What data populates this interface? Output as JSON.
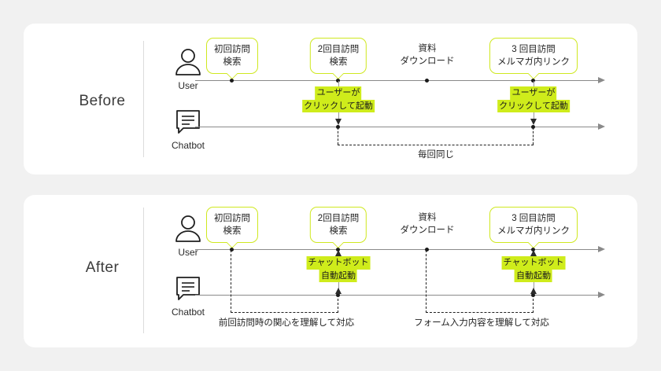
{
  "colors": {
    "page_bg": "#f1f1f1",
    "card_bg": "#ffffff",
    "accent_green": "#cfec1b",
    "callout_border": "#cfe81f",
    "axis": "#8a8a8a",
    "text": "#232323"
  },
  "sections": [
    {
      "id": "before",
      "label": "Before",
      "actors": [
        {
          "icon": "user-icon",
          "name": "User"
        },
        {
          "icon": "chatbot-icon",
          "name": "Chatbot"
        }
      ],
      "touchpoints": [
        {
          "line1": "初回訪問",
          "line2": "検索",
          "boxed": true
        },
        {
          "line1": "2回目訪問",
          "line2": "検索",
          "boxed": true
        },
        {
          "line1": "資料",
          "line2": "ダウンロード",
          "boxed": false
        },
        {
          "line1": "3 回目訪問",
          "line2": "メルマガ内リンク",
          "boxed": true
        }
      ],
      "annotations": [
        {
          "line1": "ユーザーが",
          "line2": "クリックして起動"
        },
        {
          "line1": "ユーザーが",
          "line2": "クリックして起動"
        }
      ],
      "bracket_note": "毎回同じ"
    },
    {
      "id": "after",
      "label": "After",
      "actors": [
        {
          "icon": "user-icon",
          "name": "User"
        },
        {
          "icon": "chatbot-icon",
          "name": "Chatbot"
        }
      ],
      "touchpoints": [
        {
          "line1": "初回訪問",
          "line2": "検索",
          "boxed": true
        },
        {
          "line1": "2回目訪問",
          "line2": "検索",
          "boxed": true
        },
        {
          "line1": "資料",
          "line2": "ダウンロード",
          "boxed": false
        },
        {
          "line1": "3 回目訪問",
          "line2": "メルマガ内リンク",
          "boxed": true
        }
      ],
      "annotations": [
        {
          "line1": "チャットボット",
          "line2": "自動起動"
        },
        {
          "line1": "チャットボット",
          "line2": "自動起動"
        }
      ],
      "under_notes": [
        "前回訪問時の関心を理解して対応",
        "フォーム入力内容を理解して対応"
      ]
    }
  ]
}
